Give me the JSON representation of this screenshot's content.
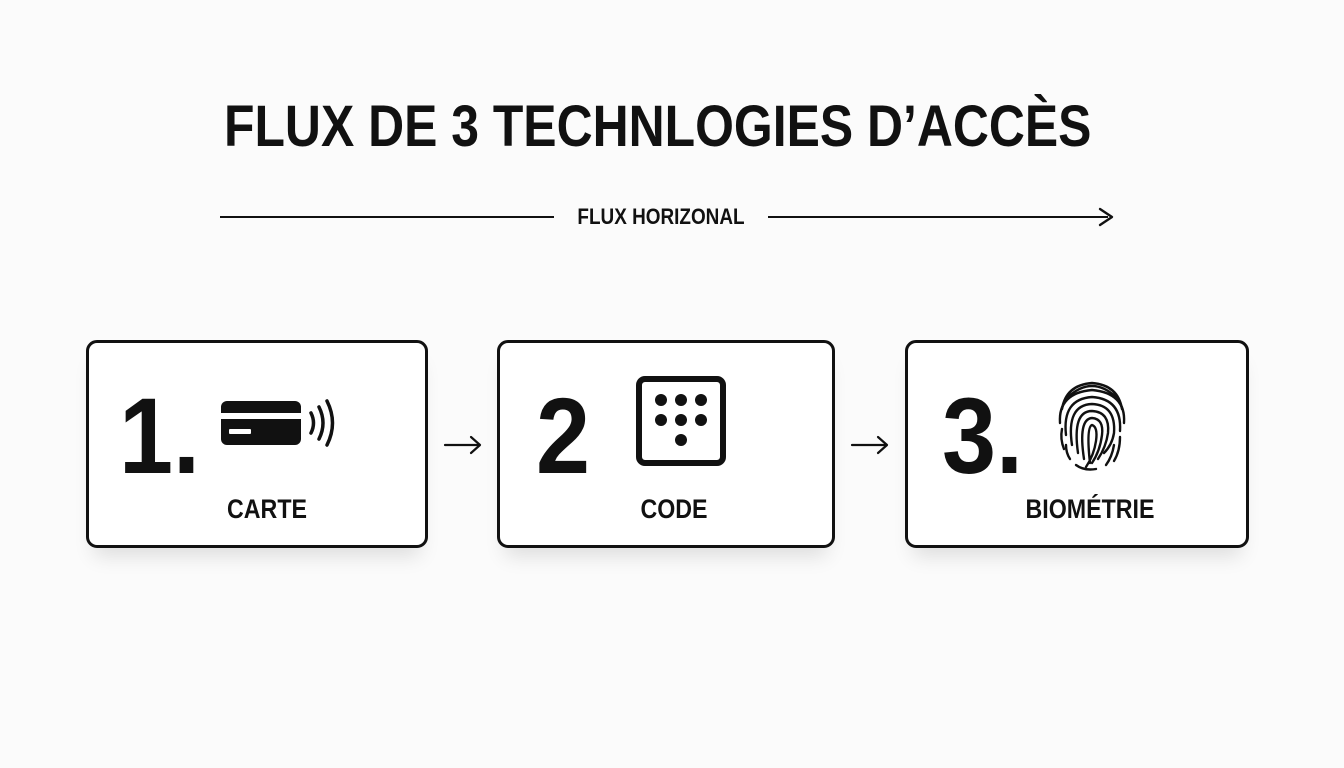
{
  "title": "FLUX DE 3 TECHNLOGIES D’ACCÈS",
  "flow": {
    "label": "FLUX HORIZONAL"
  },
  "steps": [
    {
      "number": "1.",
      "label": "CARTE",
      "icon": "contactless-card-icon"
    },
    {
      "number": "2",
      "label": "CODE",
      "icon": "keypad-icon"
    },
    {
      "number": "3.",
      "label": "BIOMÉTRIE",
      "icon": "fingerprint-icon"
    }
  ],
  "colors": {
    "ink": "#111111",
    "background": "#fbfbfb",
    "card": "#ffffff"
  }
}
